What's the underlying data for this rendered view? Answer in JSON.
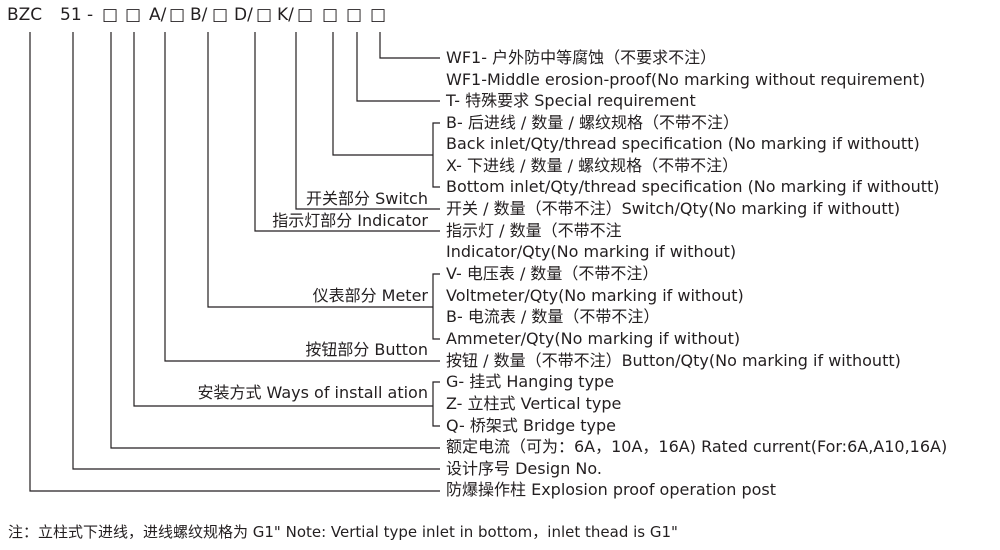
{
  "colors": {
    "ink": "#231f20",
    "background": "#ffffff"
  },
  "code": {
    "prefix": "BZC",
    "number": "51",
    "dash": "-",
    "box": "□",
    "a_slash": "A/",
    "b_slash": "B/",
    "d_slash": "D/",
    "k_slash": "K/"
  },
  "descriptions": {
    "wf1_cn": "WF1- 户外防中等腐蚀（不要求不注）",
    "wf1_en": "WF1-Middle erosion-proof(No marking without requirement)",
    "t_special": "T- 特殊要求 Special requirement",
    "b_back_cn": "B- 后进线 / 数量 / 螺纹规格（不带不注）",
    "b_back_en": "Back inlet/Qty/thread specification (No marking if withoutt)",
    "x_bottom_cn": "X- 下进线 / 数量 / 螺纹规格（不带不注）",
    "x_bottom_en": "Bottom inlet/Qty/thread specification (No marking if withoutt)",
    "switch_desc": "开关 / 数量（不带不注）Switch/Qty(No marking if withoutt)",
    "indicator_cn": "指示灯 / 数量（不带不注",
    "indicator_en": "Indicator/Qty(No marking if without)",
    "v_meter_cn": "V- 电压表 / 数量（不带不注）",
    "v_meter_en": "Voltmeter/Qty(No marking if without)",
    "b_meter_cn": "B- 电流表 / 数量（不带不注）",
    "b_meter_en": "Ammeter/Qty(No marking if without)",
    "button_desc": "按钮 / 数量（不带不注）Button/Qty(No marking if withoutt)",
    "g_hanging": "G- 挂式 Hanging type",
    "z_vertical": "Z- 立柱式 Vertical type",
    "q_bridge": "Q- 桥架式 Bridge type",
    "rated_current": "额定电流（可为：6A，10A，16A) Rated current(For:6A,A10,16A)",
    "design_no": "设计序号 Design No.",
    "explosion_post": "防爆操作柱 Explosion proof operation post"
  },
  "group_labels": {
    "switch": "开关部分 Switch",
    "indicator": "指示灯部分 Indicator",
    "meter": "仪表部分 Meter",
    "button": "按钮部分 Button",
    "install": "安装方式 Ways of install ation"
  },
  "note": "注：立柱式下进线，进线螺纹规格为 G1\"   Note: Vertial type inlet in bottom，inlet thead is G1\""
}
